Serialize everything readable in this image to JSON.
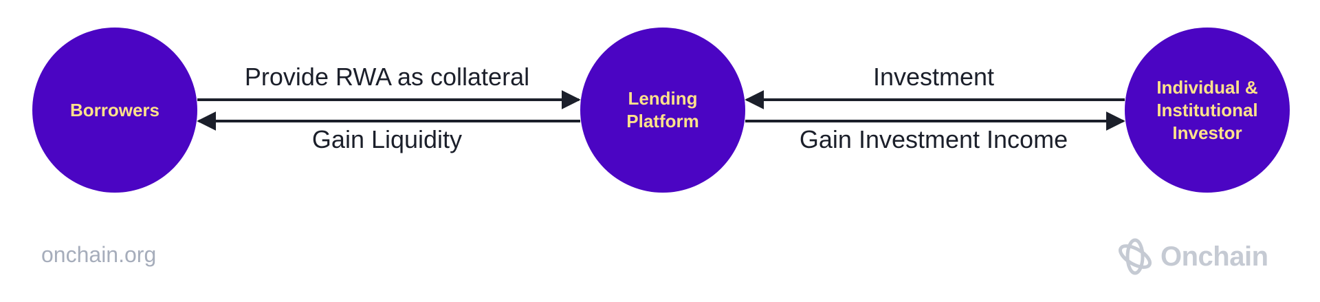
{
  "nodes": {
    "borrowers": "Borrowers",
    "platform": "Lending\nPlatform",
    "investor": "Individual &\nInstitutional\nInvestor"
  },
  "edges": {
    "provide_rwa": "Provide RWA as collateral",
    "gain_liquidity": "Gain Liquidity",
    "investment": "Investment",
    "gain_income": "Gain Investment Income"
  },
  "footer": {
    "site": "onchain.org",
    "brand": "Onchain"
  },
  "colors": {
    "node_fill": "#4b05c3",
    "node_text": "#ffe28a",
    "arrow": "#1b1f2a",
    "footer": "#a6adbb",
    "logo": "#c5cad3"
  },
  "icons": {
    "logo": "onchain-logo-icon"
  }
}
